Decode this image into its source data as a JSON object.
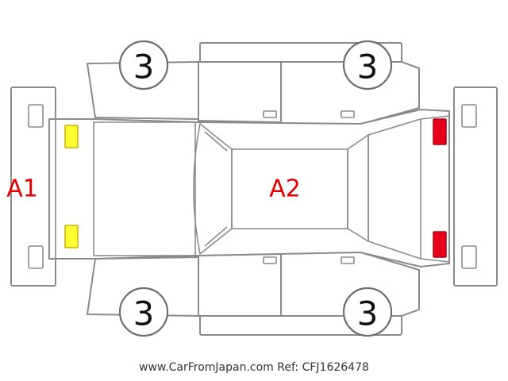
{
  "zones": {
    "front": {
      "label": "A1"
    },
    "body": {
      "label": "A2"
    }
  },
  "wheels": {
    "front_left": {
      "value": "3"
    },
    "rear_left": {
      "value": "3"
    },
    "front_right": {
      "value": "3"
    },
    "rear_right": {
      "value": "3"
    }
  },
  "footer": {
    "text": "www.CarFromJapan.com Ref: CFJ1626478"
  },
  "colors": {
    "label_red": "#e00000",
    "headlight_fill": "#ffff33",
    "headlight_stroke": "#c9b400",
    "taillight_fill": "#e8001a",
    "taillight_stroke": "#b00012"
  }
}
